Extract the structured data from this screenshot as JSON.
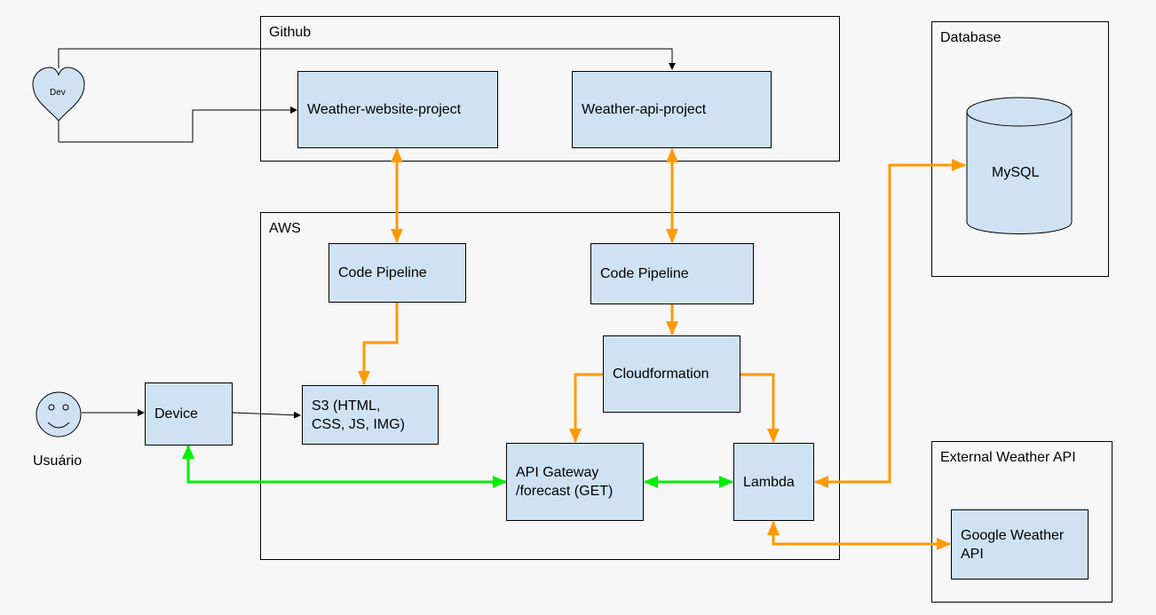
{
  "groups": {
    "github": "Github",
    "aws": "AWS",
    "database": "Database",
    "external_weather_api": "External Weather API"
  },
  "actors": {
    "dev": "Dev",
    "user": "Usuário"
  },
  "nodes": {
    "weather_website_project": "Weather-website-project",
    "weather_api_project": "Weather-api-project",
    "code_pipeline_website": "Code Pipeline",
    "code_pipeline_api": "Code Pipeline",
    "cloudformation": "Cloudformation",
    "s3_line1": "S3 (HTML,",
    "s3_line2": "CSS, JS, IMG)",
    "device": "Device",
    "api_gateway_line1": "API Gateway",
    "api_gateway_line2": "/forecast (GET)",
    "lambda": "Lambda",
    "mysql": "MySQL",
    "google_weather_line1": "Google Weather",
    "google_weather_line2": "API"
  },
  "colors": {
    "background": "#f7f7f7",
    "node_fill": "#cfe2f3",
    "orange_edge": "#ff9900",
    "green_edge": "#00ff00",
    "black_edge": "#000000"
  }
}
